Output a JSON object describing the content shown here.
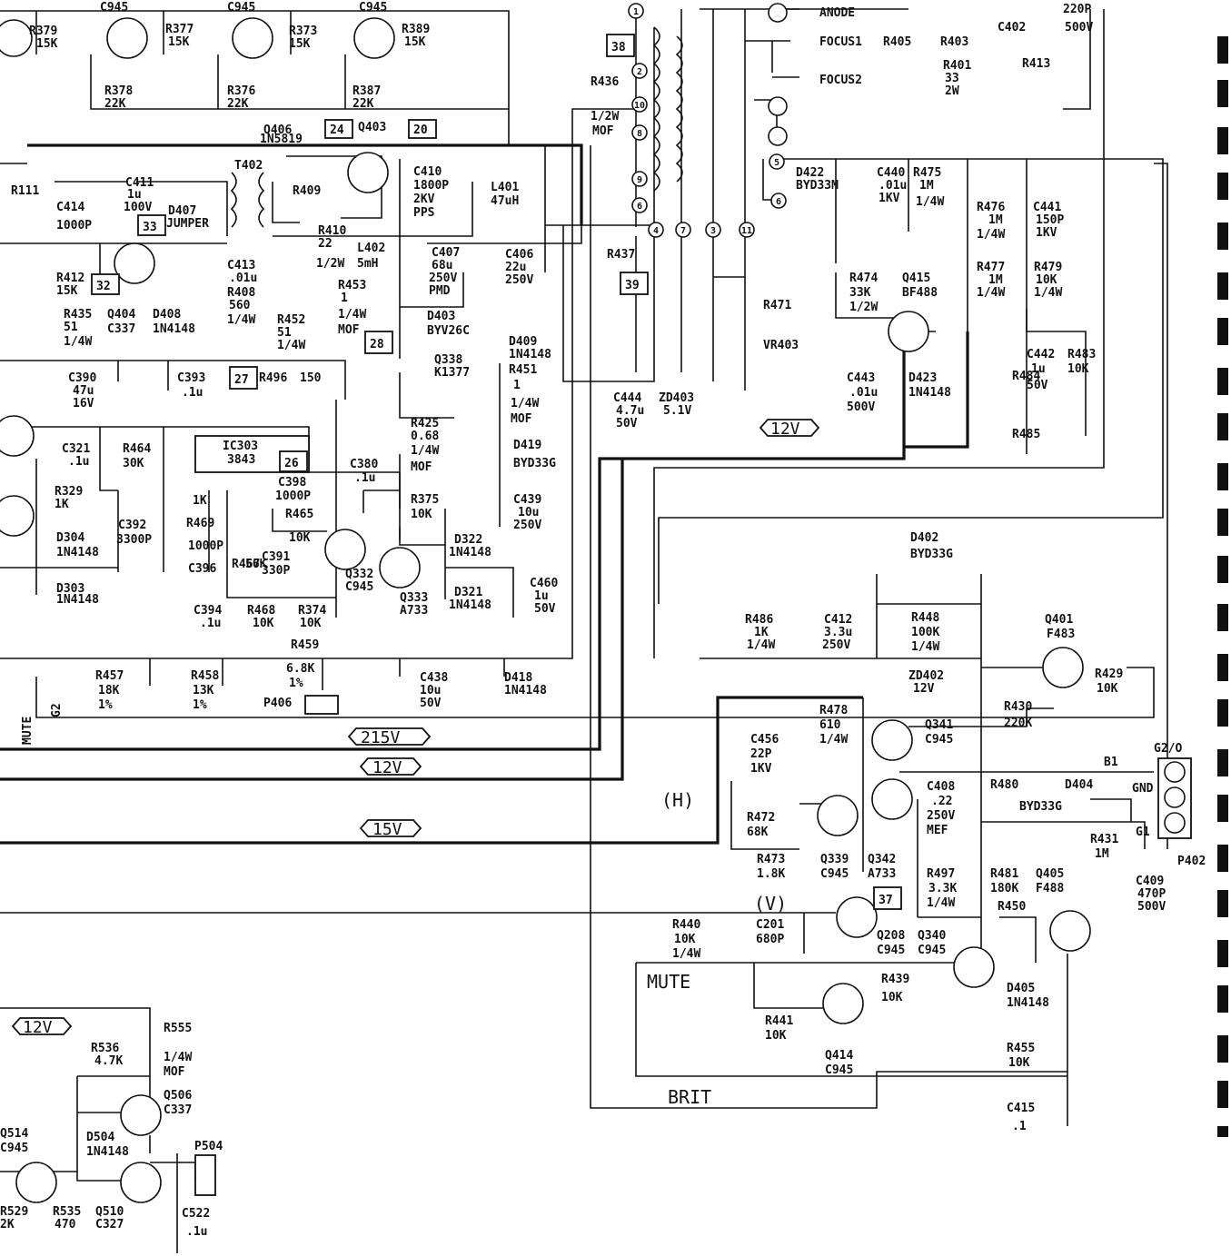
{
  "rails": {
    "v215": "215V",
    "v12_a": "12V",
    "v12_b": "12V",
    "v15": "15V",
    "v12_c": "12V"
  },
  "nets": {
    "anode": "ANODE",
    "focus1": "FOCUS1",
    "focus2": "FOCUS2",
    "mute": "MUTE",
    "brit": "BRIT",
    "h": "(H)",
    "v": "(V)",
    "mute_side": "MUTE",
    "g2": "G2",
    "gnd": "GND",
    "g1_lbl": "G1",
    "g2o": "G2/O",
    "b1": "B1"
  },
  "boxes": {
    "b38": "38",
    "b39": "39",
    "b33": "33",
    "b32": "32",
    "b28": "28",
    "b27": "27",
    "b26": "26",
    "b37": "37",
    "b24": "24",
    "b20": "20"
  },
  "pins": [
    "1",
    "2",
    "10",
    "8",
    "9",
    "6",
    "4",
    "7",
    "3",
    "11",
    "5",
    "6"
  ],
  "components": [
    {
      "id": "r379",
      "text": "R379"
    },
    {
      "id": "r379v",
      "text": "15K"
    },
    {
      "id": "c945a",
      "text": "C945"
    },
    {
      "id": "r377",
      "text": "R377"
    },
    {
      "id": "r377v",
      "text": "15K"
    },
    {
      "id": "c945b",
      "text": "C945"
    },
    {
      "id": "r373",
      "text": "R373"
    },
    {
      "id": "r373v",
      "text": "15K"
    },
    {
      "id": "c945c",
      "text": "C945"
    },
    {
      "id": "r389",
      "text": "R389"
    },
    {
      "id": "r389v",
      "text": "15K"
    },
    {
      "id": "r378",
      "text": "R378"
    },
    {
      "id": "r378v",
      "text": "22K"
    },
    {
      "id": "r376",
      "text": "R376"
    },
    {
      "id": "r376v",
      "text": "22K"
    },
    {
      "id": "r387",
      "text": "R387"
    },
    {
      "id": "r387v",
      "text": "22K"
    },
    {
      "id": "q406",
      "text": "Q406"
    },
    {
      "id": "q406p",
      "text": "1N5819"
    },
    {
      "id": "q403",
      "text": "Q403"
    },
    {
      "id": "t402",
      "text": "T402"
    },
    {
      "id": "r409",
      "text": "R409"
    },
    {
      "id": "c410",
      "text": "C410"
    },
    {
      "id": "c410v",
      "text": "1800P"
    },
    {
      "id": "c410k",
      "text": "2KV"
    },
    {
      "id": "c410t",
      "text": "PPS"
    },
    {
      "id": "l401",
      "text": "L401"
    },
    {
      "id": "l401v",
      "text": "47uH"
    },
    {
      "id": "r111",
      "text": "R111"
    },
    {
      "id": "c411",
      "text": "C411"
    },
    {
      "id": "c411v",
      "text": "1u"
    },
    {
      "id": "c411k",
      "text": "100V"
    },
    {
      "id": "c414",
      "text": "C414"
    },
    {
      "id": "c414v",
      "text": "1000P"
    },
    {
      "id": "d407",
      "text": "D407"
    },
    {
      "id": "jumper",
      "text": "JUMPER"
    },
    {
      "id": "r410",
      "text": "R410"
    },
    {
      "id": "r410v",
      "text": "22"
    },
    {
      "id": "r410w",
      "text": "1/2W"
    },
    {
      "id": "l402",
      "text": "L402"
    },
    {
      "id": "l402v",
      "text": "5mH"
    },
    {
      "id": "c407",
      "text": "C407"
    },
    {
      "id": "c407v",
      "text": "68u"
    },
    {
      "id": "c407k",
      "text": "250V"
    },
    {
      "id": "c407t",
      "text": "PMD"
    },
    {
      "id": "c406",
      "text": "C406"
    },
    {
      "id": "c406v",
      "text": "22u"
    },
    {
      "id": "c406k",
      "text": "250V"
    },
    {
      "id": "r437",
      "text": "R437"
    },
    {
      "id": "r412",
      "text": "R412"
    },
    {
      "id": "r412v",
      "text": "15K"
    },
    {
      "id": "c413",
      "text": "C413"
    },
    {
      "id": "c413v",
      "text": ".01u"
    },
    {
      "id": "r408",
      "text": "R408"
    },
    {
      "id": "r408v",
      "text": "560"
    },
    {
      "id": "r408w",
      "text": "1/4W"
    },
    {
      "id": "r453",
      "text": "R453"
    },
    {
      "id": "r453v",
      "text": "1"
    },
    {
      "id": "r453w",
      "text": "1/4W"
    },
    {
      "id": "r453t",
      "text": "MOF"
    },
    {
      "id": "d403",
      "text": "D403"
    },
    {
      "id": "d403v",
      "text": "BYV26C"
    },
    {
      "id": "r435",
      "text": "R435"
    },
    {
      "id": "r435v",
      "text": "51"
    },
    {
      "id": "r435w",
      "text": "1/4W"
    },
    {
      "id": "q404",
      "text": "Q404"
    },
    {
      "id": "q404v",
      "text": "C337"
    },
    {
      "id": "d408",
      "text": "D408"
    },
    {
      "id": "d408v",
      "text": "1N4148"
    },
    {
      "id": "r452",
      "text": "R452"
    },
    {
      "id": "r452v",
      "text": "51"
    },
    {
      "id": "r452w",
      "text": "1/4W"
    },
    {
      "id": "q338",
      "text": "Q338"
    },
    {
      "id": "q338v",
      "text": "K1377"
    },
    {
      "id": "d409",
      "text": "D409"
    },
    {
      "id": "d409v",
      "text": "1N4148"
    },
    {
      "id": "r451",
      "text": "R451"
    },
    {
      "id": "r451v",
      "text": "1"
    },
    {
      "id": "r451w",
      "text": "1/4W"
    },
    {
      "id": "r451t",
      "text": "MOF"
    },
    {
      "id": "c390",
      "text": "C390"
    },
    {
      "id": "c390v",
      "text": "47u"
    },
    {
      "id": "c390k",
      "text": "16V"
    },
    {
      "id": "c393",
      "text": "C393"
    },
    {
      "id": "c393v",
      "text": ".1u"
    },
    {
      "id": "r496",
      "text": "R496"
    },
    {
      "id": "r496v",
      "text": "150"
    },
    {
      "id": "r425",
      "text": "R425"
    },
    {
      "id": "r425v",
      "text": "0.68"
    },
    {
      "id": "r425w",
      "text": "1/4W"
    },
    {
      "id": "r425t",
      "text": "MOF"
    },
    {
      "id": "c321",
      "text": "C321"
    },
    {
      "id": "c321v",
      "text": ".1u"
    },
    {
      "id": "r464",
      "text": "R464"
    },
    {
      "id": "r464v",
      "text": "30K"
    },
    {
      "id": "ic303",
      "text": "IC303"
    },
    {
      "id": "ic303v",
      "text": "3843"
    },
    {
      "id": "c398",
      "text": "C398"
    },
    {
      "id": "c398v",
      "text": "1000P"
    },
    {
      "id": "c380",
      "text": "C380"
    },
    {
      "id": "c380v",
      "text": ".1u"
    },
    {
      "id": "r375",
      "text": "R375"
    },
    {
      "id": "r375v",
      "text": "10K"
    },
    {
      "id": "d419",
      "text": "D419"
    },
    {
      "id": "d419v",
      "text": "BYD33G"
    },
    {
      "id": "c439",
      "text": "C439"
    },
    {
      "id": "c439v",
      "text": "10u"
    },
    {
      "id": "c439k",
      "text": "250V"
    },
    {
      "id": "r329",
      "text": "R329"
    },
    {
      "id": "r329v",
      "text": "1K"
    },
    {
      "id": "c392",
      "text": "C392"
    },
    {
      "id": "c392v",
      "text": "3300P"
    },
    {
      "id": "r469",
      "text": "R469"
    },
    {
      "id": "r469v",
      "text": "1K"
    },
    {
      "id": "r465",
      "text": "R465"
    },
    {
      "id": "r465v",
      "text": "10K"
    },
    {
      "id": "d322",
      "text": "D322"
    },
    {
      "id": "d322v",
      "text": "1N4148"
    },
    {
      "id": "d304",
      "text": "D304"
    },
    {
      "id": "d304v",
      "text": "1N4148"
    },
    {
      "id": "c396",
      "text": "C396"
    },
    {
      "id": "c396v",
      "text": "1000P"
    },
    {
      "id": "r467",
      "text": "R467"
    },
    {
      "id": "r467v",
      "text": "56K"
    },
    {
      "id": "c391",
      "text": "C391"
    },
    {
      "id": "c391v",
      "text": "330P"
    },
    {
      "id": "q332",
      "text": "Q332"
    },
    {
      "id": "q332v",
      "text": "C945"
    },
    {
      "id": "d321",
      "text": "D321"
    },
    {
      "id": "d321v",
      "text": "1N4148"
    },
    {
      "id": "c460",
      "text": "C460"
    },
    {
      "id": "c460v",
      "text": "1u"
    },
    {
      "id": "c460k",
      "text": "50V"
    },
    {
      "id": "d303",
      "text": "D303"
    },
    {
      "id": "d303v",
      "text": "1N4148"
    },
    {
      "id": "q333",
      "text": "Q333"
    },
    {
      "id": "q333v",
      "text": "A733"
    },
    {
      "id": "c394",
      "text": "C394"
    },
    {
      "id": "c394v",
      "text": ".1u"
    },
    {
      "id": "r468",
      "text": "R468"
    },
    {
      "id": "r468v",
      "text": "10K"
    },
    {
      "id": "r374",
      "text": "R374"
    },
    {
      "id": "r374v",
      "text": "10K"
    },
    {
      "id": "r405",
      "text": "R405"
    },
    {
      "id": "r403",
      "text": "R403"
    },
    {
      "id": "r401",
      "text": "R401"
    },
    {
      "id": "r401v",
      "text": "33"
    },
    {
      "id": "r401w",
      "text": "2W"
    },
    {
      "id": "c402",
      "text": "C402"
    },
    {
      "id": "r413",
      "text": "R413"
    },
    {
      "id": "c_top",
      "text": "220P"
    },
    {
      "id": "c_top2",
      "text": "500V"
    },
    {
      "id": "d422",
      "text": "D422"
    },
    {
      "id": "d422v",
      "text": "BYD33M"
    },
    {
      "id": "c440",
      "text": "C440"
    },
    {
      "id": "c440v",
      "text": ".01u"
    },
    {
      "id": "c440k",
      "text": "1KV"
    },
    {
      "id": "r475",
      "text": "R475"
    },
    {
      "id": "r475v",
      "text": "1M"
    },
    {
      "id": "r475w",
      "text": "1/4W"
    },
    {
      "id": "r476",
      "text": "R476"
    },
    {
      "id": "r476v",
      "text": "1M"
    },
    {
      "id": "r476w",
      "text": "1/4W"
    },
    {
      "id": "c441",
      "text": "C441"
    },
    {
      "id": "c441v",
      "text": "150P"
    },
    {
      "id": "c441k",
      "text": "1KV"
    },
    {
      "id": "r477",
      "text": "R477"
    },
    {
      "id": "r477v",
      "text": "1M"
    },
    {
      "id": "r477w",
      "text": "1/4W"
    },
    {
      "id": "r479",
      "text": "R479"
    },
    {
      "id": "r479v",
      "text": "10K"
    },
    {
      "id": "r479w",
      "text": "1/4W"
    },
    {
      "id": "r474",
      "text": "R474"
    },
    {
      "id": "r474v",
      "text": "33K"
    },
    {
      "id": "r474w",
      "text": "1/2W"
    },
    {
      "id": "q415",
      "text": "Q415"
    },
    {
      "id": "q415v",
      "text": "BF488"
    },
    {
      "id": "r471",
      "text": "R471"
    },
    {
      "id": "vr403",
      "text": "VR403"
    },
    {
      "id": "c444",
      "text": "C444"
    },
    {
      "id": "c444v",
      "text": "4.7u"
    },
    {
      "id": "c444k",
      "text": "50V"
    },
    {
      "id": "zd403",
      "text": "ZD403"
    },
    {
      "id": "zd403v",
      "text": "5.1V"
    },
    {
      "id": "c443",
      "text": "C443"
    },
    {
      "id": "c443v",
      "text": ".01u"
    },
    {
      "id": "c443k",
      "text": "500V"
    },
    {
      "id": "d423",
      "text": "D423"
    },
    {
      "id": "d423v",
      "text": "1N4148"
    },
    {
      "id": "r484",
      "text": "R484"
    },
    {
      "id": "r485",
      "text": "R485"
    },
    {
      "id": "c442",
      "text": "C442"
    },
    {
      "id": "c442v",
      "text": "1u"
    },
    {
      "id": "c442k",
      "text": "50V"
    },
    {
      "id": "r483",
      "text": "R483"
    },
    {
      "id": "r483v",
      "text": "10K"
    },
    {
      "id": "r436",
      "text": "R436"
    },
    {
      "id": "r436v",
      "text": "1/2W"
    },
    {
      "id": "r436t",
      "text": "MOF"
    },
    {
      "id": "d402",
      "text": "D402"
    },
    {
      "id": "d402v",
      "text": "BYD33G"
    },
    {
      "id": "r486",
      "text": "R486"
    },
    {
      "id": "r486v",
      "text": "1K"
    },
    {
      "id": "r486w",
      "text": "1/4W"
    },
    {
      "id": "c412",
      "text": "C412"
    },
    {
      "id": "c412v",
      "text": "3.3u"
    },
    {
      "id": "c412k",
      "text": "250V"
    },
    {
      "id": "r448",
      "text": "R448"
    },
    {
      "id": "r448v",
      "text": "100K"
    },
    {
      "id": "r448w",
      "text": "1/4W"
    },
    {
      "id": "zd402",
      "text": "ZD402"
    },
    {
      "id": "zd402v",
      "text": "12V"
    },
    {
      "id": "q401",
      "text": "Q401"
    },
    {
      "id": "q401v",
      "text": "F483"
    },
    {
      "id": "r429",
      "text": "R429"
    },
    {
      "id": "r429v",
      "text": "10K"
    },
    {
      "id": "r459",
      "text": "R459"
    },
    {
      "id": "r459v",
      "text": "6.8K"
    },
    {
      "id": "r459t",
      "text": "1%"
    },
    {
      "id": "r457",
      "text": "R457"
    },
    {
      "id": "r457v",
      "text": "18K"
    },
    {
      "id": "r457t",
      "text": "1%"
    },
    {
      "id": "r458",
      "text": "R458"
    },
    {
      "id": "r458v",
      "text": "13K"
    },
    {
      "id": "r458t",
      "text": "1%"
    },
    {
      "id": "p406",
      "text": "P406"
    },
    {
      "id": "c438",
      "text": "C438"
    },
    {
      "id": "c438v",
      "text": "10u"
    },
    {
      "id": "c438k",
      "text": "50V"
    },
    {
      "id": "d418",
      "text": "D418"
    },
    {
      "id": "d418v",
      "text": "1N4148"
    },
    {
      "id": "r478",
      "text": "R478"
    },
    {
      "id": "r478v",
      "text": "610"
    },
    {
      "id": "r478w",
      "text": "1/4W"
    },
    {
      "id": "q341",
      "text": "Q341"
    },
    {
      "id": "q341v",
      "text": "C945"
    },
    {
      "id": "r430",
      "text": "R430"
    },
    {
      "id": "r430v",
      "text": "220K"
    },
    {
      "id": "c456",
      "text": "C456"
    },
    {
      "id": "c456v",
      "text": "22P"
    },
    {
      "id": "c456k",
      "text": "1KV"
    },
    {
      "id": "c408",
      "text": "C408"
    },
    {
      "id": "c408v",
      "text": ".22"
    },
    {
      "id": "c408k",
      "text": "250V"
    },
    {
      "id": "c408t",
      "text": "MEF"
    },
    {
      "id": "r480",
      "text": "R480"
    },
    {
      "id": "d404",
      "text": "D404"
    },
    {
      "id": "d404v",
      "text": "BYD33G"
    },
    {
      "id": "r472",
      "text": "R472"
    },
    {
      "id": "r472v",
      "text": "68K"
    },
    {
      "id": "r473",
      "text": "R473"
    },
    {
      "id": "r473v",
      "text": "1.8K"
    },
    {
      "id": "q339",
      "text": "Q339"
    },
    {
      "id": "q339v",
      "text": "C945"
    },
    {
      "id": "q342",
      "text": "Q342"
    },
    {
      "id": "q342v",
      "text": "A733"
    },
    {
      "id": "r497",
      "text": "R497"
    },
    {
      "id": "r497v",
      "text": "3.3K"
    },
    {
      "id": "r497w",
      "text": "1/4W"
    },
    {
      "id": "r481",
      "text": "R481"
    },
    {
      "id": "r481v",
      "text": "180K"
    },
    {
      "id": "r450",
      "text": "R450"
    },
    {
      "id": "q405",
      "text": "Q405"
    },
    {
      "id": "q405v",
      "text": "F488"
    },
    {
      "id": "r431",
      "text": "R431"
    },
    {
      "id": "r431v",
      "text": "1M"
    },
    {
      "id": "c409",
      "text": "C409"
    },
    {
      "id": "c409v",
      "text": "470P"
    },
    {
      "id": "c409k",
      "text": "500V"
    },
    {
      "id": "p402",
      "text": "P402"
    },
    {
      "id": "r440",
      "text": "R440"
    },
    {
      "id": "r440v",
      "text": "10K"
    },
    {
      "id": "r440w",
      "text": "1/4W"
    },
    {
      "id": "c201",
      "text": "C201"
    },
    {
      "id": "c201v",
      "text": "680P"
    },
    {
      "id": "q208",
      "text": "Q208"
    },
    {
      "id": "q208v",
      "text": "C945"
    },
    {
      "id": "q340",
      "text": "Q340"
    },
    {
      "id": "q340v",
      "text": "C945"
    },
    {
      "id": "r439",
      "text": "R439"
    },
    {
      "id": "r439v",
      "text": "10K"
    },
    {
      "id": "r441",
      "text": "R441"
    },
    {
      "id": "r441v",
      "text": "10K"
    },
    {
      "id": "q414",
      "text": "Q414"
    },
    {
      "id": "q414v",
      "text": "C945"
    },
    {
      "id": "d405",
      "text": "D405"
    },
    {
      "id": "d405v",
      "text": "1N4148"
    },
    {
      "id": "r455",
      "text": "R455"
    },
    {
      "id": "r455v",
      "text": "10K"
    },
    {
      "id": "c415",
      "text": "C415"
    },
    {
      "id": "c415v",
      "text": ".1"
    },
    {
      "id": "r555",
      "text": "R555"
    },
    {
      "id": "r555w",
      "text": "1/4W"
    },
    {
      "id": "r555t",
      "text": "MOF"
    },
    {
      "id": "r536",
      "text": "R536"
    },
    {
      "id": "r536v",
      "text": "4.7K"
    },
    {
      "id": "q506",
      "text": "Q506"
    },
    {
      "id": "q506v",
      "text": "C337"
    },
    {
      "id": "q514",
      "text": "Q514"
    },
    {
      "id": "q514v",
      "text": "C945"
    },
    {
      "id": "d504",
      "text": "D504"
    },
    {
      "id": "d504v",
      "text": "1N4148"
    },
    {
      "id": "p504",
      "text": "P504"
    },
    {
      "id": "r529",
      "text": "R529"
    },
    {
      "id": "r529v",
      "text": "2K"
    },
    {
      "id": "r535",
      "text": "R535"
    },
    {
      "id": "r535v",
      "text": "470"
    },
    {
      "id": "q510",
      "text": "Q510"
    },
    {
      "id": "q510v",
      "text": "C327"
    },
    {
      "id": "c522",
      "text": "C522"
    },
    {
      "id": "c522v",
      "text": ".1u"
    }
  ]
}
